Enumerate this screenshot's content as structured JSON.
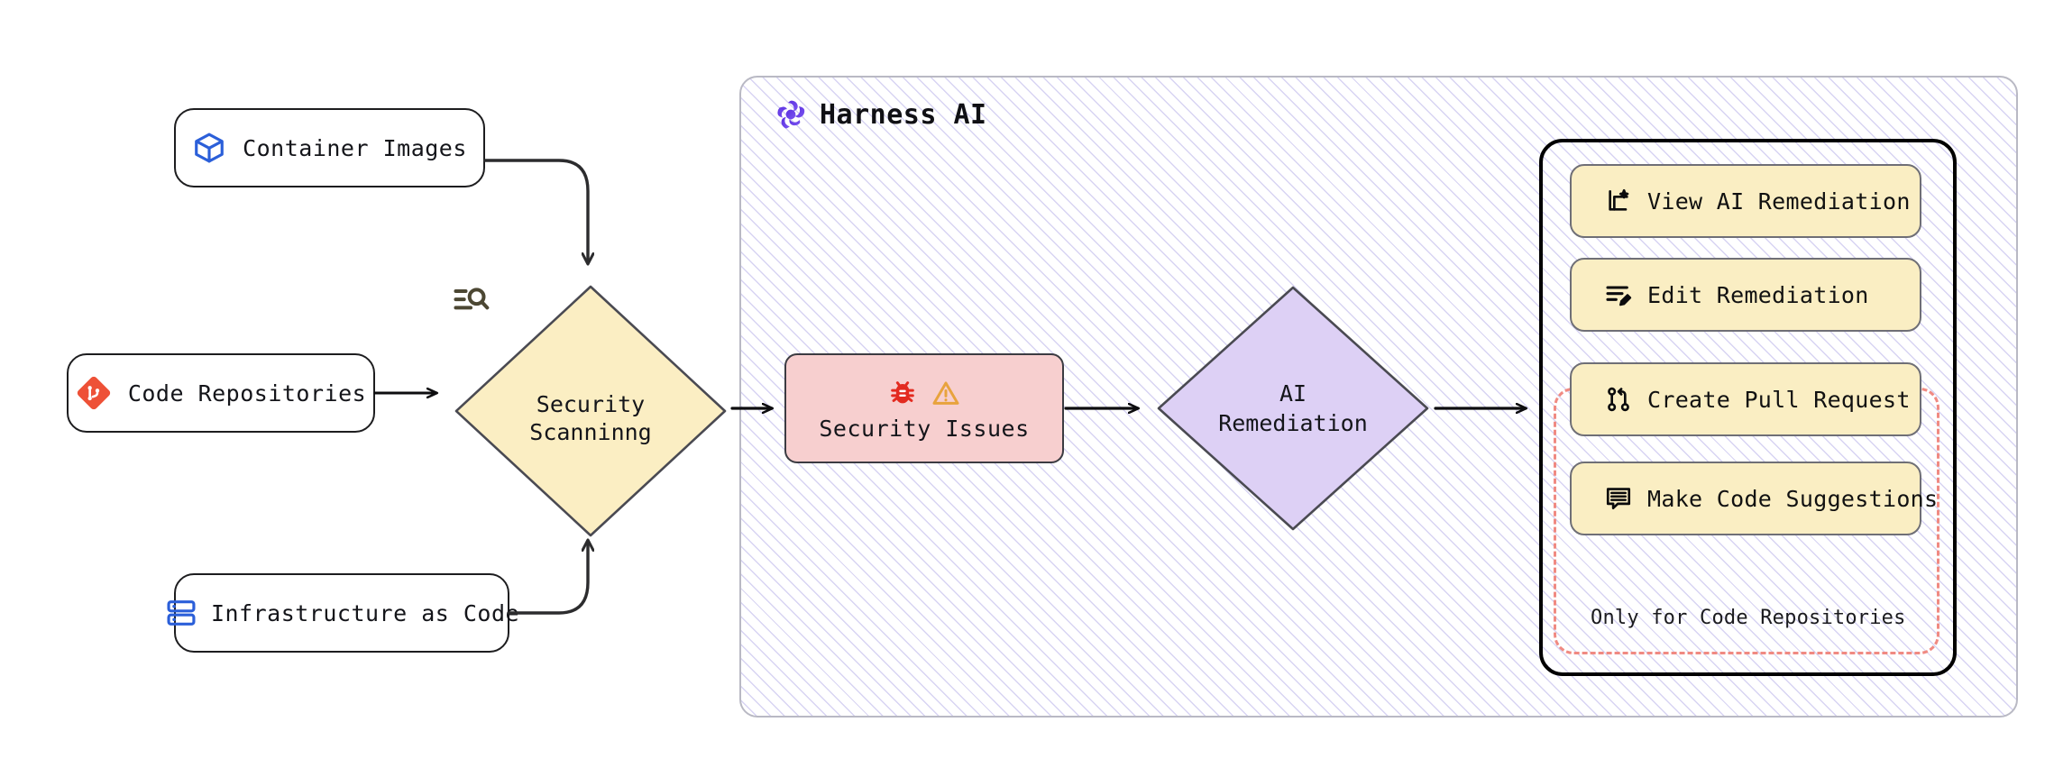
{
  "diagram": {
    "title": "Harness AI security scanning and remediation flow",
    "colors": {
      "node_border": "#1d1d1f",
      "node_fill": "#ffffff",
      "scanning_fill": "#fbeec3",
      "issues_fill": "#f7cfcf",
      "remediation_fill": "#ddd0f5",
      "action_fill": "#faeec3",
      "dashed_border": "#f08a82",
      "harness_purple": "#5c33e1",
      "container_blue": "#2b5fd9",
      "git_red": "#ee5137",
      "bug_red": "#e32b20",
      "warning_orange": "#e8a33d",
      "hatch_stripe": "#7c70d6"
    },
    "sources": [
      {
        "id": "container-images",
        "label": "Container Images",
        "icon": "cube-icon"
      },
      {
        "id": "code-repositories",
        "label": "Code Repositories",
        "icon": "git-icon"
      },
      {
        "id": "infrastructure-as-code",
        "label": "Infrastructure as Code",
        "icon": "server-icon"
      }
    ],
    "scanning": {
      "id": "security-scanning",
      "icon": "text-search-icon",
      "line1": "Security",
      "line2": "Scanninng"
    },
    "harness": {
      "group_label": "Harness AI",
      "logo_icon": "harness-logo-icon",
      "issues": {
        "id": "security-issues",
        "label": "Security Issues",
        "icons": [
          "bug-icon",
          "warning-triangle-icon"
        ]
      },
      "remediation": {
        "id": "ai-remediation",
        "line1": "AI",
        "line2": "Remediation"
      },
      "actions": [
        {
          "id": "view-ai-remediation",
          "label": "View AI Remediation",
          "icon": "sparkle-view-icon",
          "restricted": false
        },
        {
          "id": "edit-remediation",
          "label": "Edit Remediation",
          "icon": "edit-lines-pencil-icon",
          "restricted": false
        },
        {
          "id": "create-pull-request",
          "label": "Create Pull Request",
          "icon": "pull-request-icon",
          "restricted": true
        },
        {
          "id": "make-code-suggestions",
          "label": "Make Code Suggestions",
          "icon": "comment-lines-icon",
          "restricted": true
        }
      ],
      "restricted_note": "Only for Code Repositories"
    }
  }
}
